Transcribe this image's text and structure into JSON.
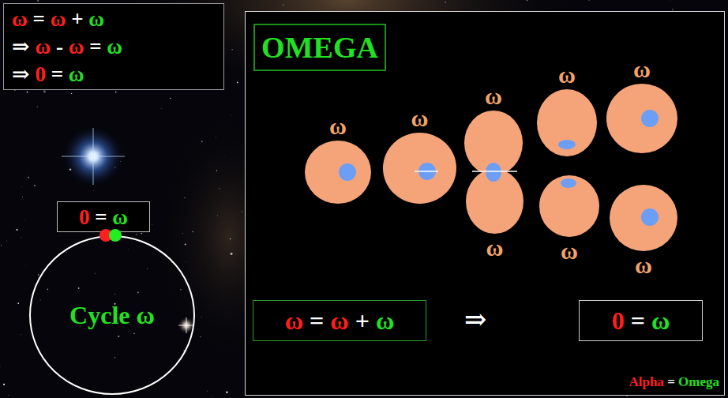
{
  "diagram": {
    "nodes": [
      {
        "text": [
          "ω = ω + ω",
          "⇒ ω - ω = ω",
          "⇒ 0 = ω"
        ]
      },
      {
        "text": [
          "0 = ω"
        ]
      },
      {
        "text": [
          "Cycle ω"
        ]
      },
      {
        "text": [
          "Alpha = Omega"
        ]
      },
      {
        "text": [
          "OMEGA"
        ],
        "in": 3
      },
      {
        "text": [
          "ω"
        ],
        "in": 3
      },
      {
        "text": [
          "ω"
        ],
        "in": 3
      },
      {
        "text": [
          "ω"
        ],
        "in": 3
      },
      {
        "text": [
          "ω"
        ],
        "in": 3
      },
      {
        "text": [
          "ω"
        ],
        "in": 3
      },
      {
        "text": [
          "ω"
        ],
        "in": 3
      },
      {
        "text": [
          "ω"
        ],
        "in": 3
      },
      {
        "text": [
          "ω"
        ],
        "in": 3
      },
      {
        "text": [
          "ω = ω + ω"
        ],
        "in": 3
      },
      {
        "text": [
          "0 = ω"
        ],
        "in": 3
      }
    ],
    "labels": [
      "⇒"
    ]
  }
}
